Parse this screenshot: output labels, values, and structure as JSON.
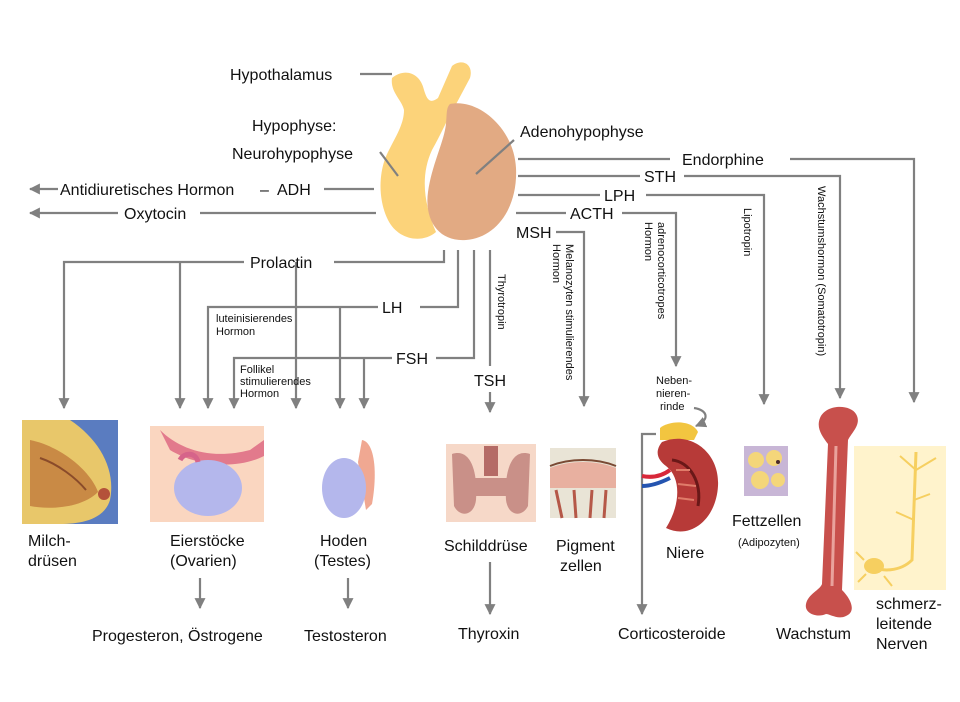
{
  "labels": {
    "hypothalamus": "Hypothalamus",
    "hypophyse": "Hypophyse:",
    "neurohypophyse": "Neurohypophyse",
    "adenohypophyse": "Adenohypophyse",
    "adh_full": "Antidiuretisches Hormon",
    "adh_dash": "–",
    "adh": "ADH",
    "oxytocin": "Oxytocin",
    "endorphine": "Endorphine",
    "sth": "STH",
    "lph": "LPH",
    "acth": "ACTH",
    "msh": "MSH",
    "prolactin": "Prolactin",
    "lh": "LH",
    "lh_full_1": "luteinisierendes",
    "lh_full_2": "Hormon",
    "fsh": "FSH",
    "fsh_full_1": "Follikel",
    "fsh_full_2": "stimulierendes",
    "fsh_full_3": "Hormon",
    "tsh": "TSH",
    "thyrotropin": "Thyrotropin",
    "msh_full_1": "Melanozyten stimulierendes",
    "msh_full_2": "Hormon",
    "acth_full_1": "adrenocorticotropes",
    "acth_full_2": "Hormon",
    "lipotropin": "Lipotropin",
    "sth_full": "Wachstumshormon (Somatotropin)",
    "nebennierenrinde_1": "Neben-",
    "nebennierenrinde_2": "nieren-",
    "nebennierenrinde_3": "rinde"
  },
  "targets": {
    "milch_1": "Milch-",
    "milch_2": "drüsen",
    "eier_1": "Eierstöcke",
    "eier_2": "(Ovarien)",
    "hoden_1": "Hoden",
    "hoden_2": "(Testes)",
    "schilddruese": "Schilddrüse",
    "pigment_1": "Pigment",
    "pigment_2": "zellen",
    "niere": "Niere",
    "fettzellen": "Fettzellen",
    "adipozyten": "(Adipozyten)",
    "wachstum": "Wachstum",
    "nerven_1": "schmerz-",
    "nerven_2": "leitende",
    "nerven_3": "Nerven"
  },
  "products": {
    "progesteron": "Progesteron, Östrogene",
    "testosteron": "Testosteron",
    "thyroxin": "Thyroxin",
    "corticosteroide": "Corticosteroide"
  },
  "colors": {
    "arrow": "#808080",
    "neurohypophyse": "#fcd37a",
    "adenohypophyse": "#e2aa83",
    "tissue_pink": "#f5c5b5",
    "bone": "#c8504c"
  }
}
